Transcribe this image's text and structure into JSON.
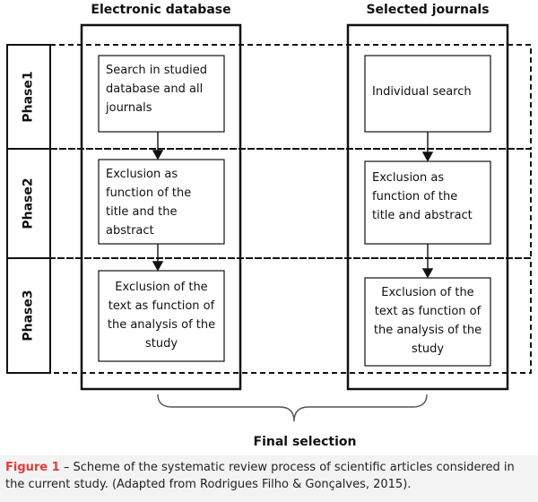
{
  "columns": {
    "left_title": "Electronic database",
    "right_title": "Selected journals"
  },
  "phases": [
    "Phase1",
    "Phase2",
    "Phase3"
  ],
  "left_steps": [
    "Search in studied database and all journals",
    "Exclusion as function of the title and the abstract",
    "Exclusion of the text as function of the analysis of the study"
  ],
  "right_steps": [
    "Individual search",
    "Exclusion as function of the title and abstract",
    "Exclusion of the text as function of the analysis of the study"
  ],
  "final_label": "Final selection",
  "caption": {
    "figure_label": "Figure 1",
    "text": " – Scheme of the systematic review process of scientific articles considered in the current study. (Adapted from Rodrigues Filho & Gonçalves, 2015)."
  }
}
